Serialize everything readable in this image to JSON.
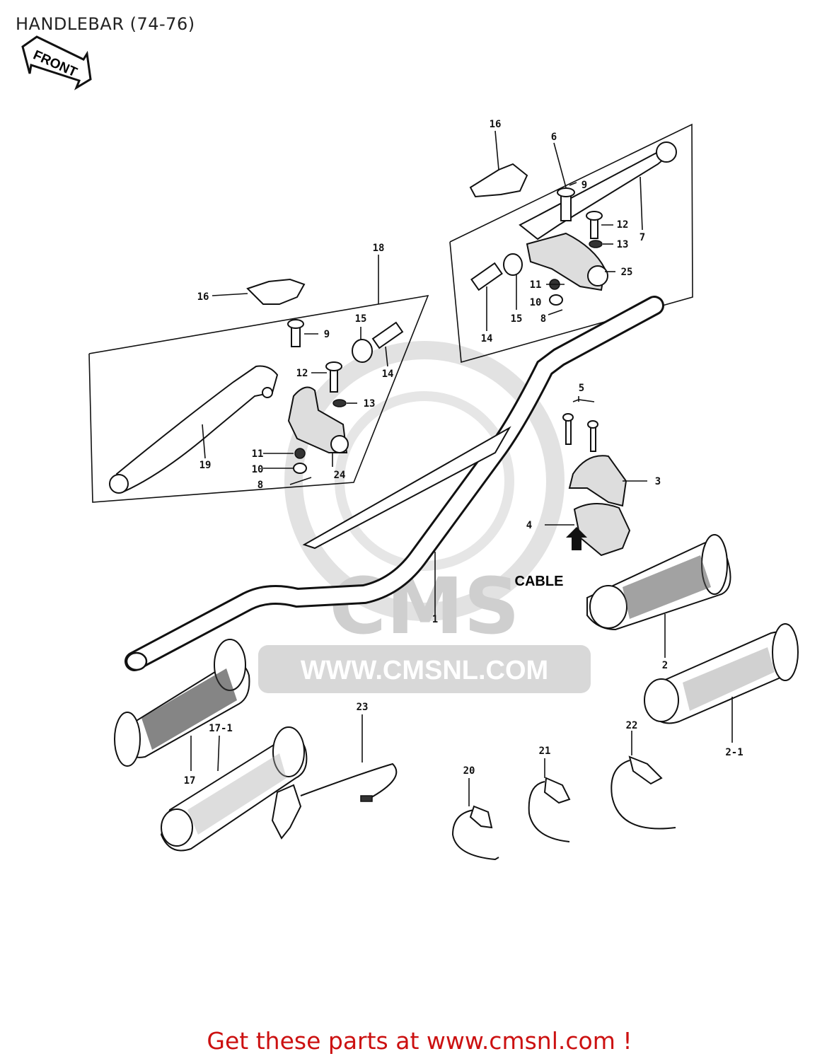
{
  "title": "HANDLEBAR (74-76)",
  "front_label": "FRONT",
  "cable_label": "CABLE",
  "watermark": {
    "logo_text": "CMS",
    "url_text": "WWW.CMSNL.COM"
  },
  "footer_link": "Get these parts at www.cmsnl.com !",
  "callouts": {
    "c16_top": "16",
    "c6": "6",
    "c9_top": "9",
    "c7": "7",
    "c12_top": "12",
    "c13_top": "13",
    "c25": "25",
    "c11_top": "11",
    "c10_top": "10",
    "c8_top": "8",
    "c14_top": "14",
    "c15_top": "15",
    "c18": "18",
    "c16_left": "16",
    "c9_left": "9",
    "c15_left": "15",
    "c14_left": "14",
    "c12_left": "12",
    "c13_left": "13",
    "c19": "19",
    "c11_left": "11",
    "c10_left": "10",
    "c8_left": "8",
    "c24": "24",
    "c5": "5",
    "c3": "3",
    "c4": "4",
    "c1": "1",
    "c2": "2",
    "c2_1": "2-1",
    "c17": "17",
    "c17_1": "17-1",
    "c23": "23",
    "c20": "20",
    "c21": "21",
    "c22": "22"
  },
  "colors": {
    "footer": "#cc1111",
    "watermark": "#d8d8d8"
  }
}
